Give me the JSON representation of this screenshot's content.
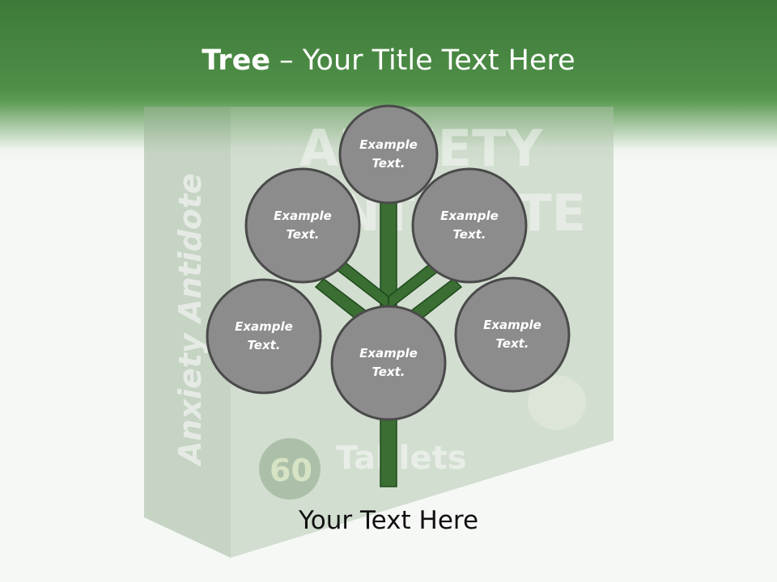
{
  "slide": {
    "title_bold": "Tree",
    "title_rest": " – Your Title Text Here",
    "footer_text": "Your Text Here"
  },
  "background_box": {
    "side_text": "Anxiety Antidote",
    "front_text_line1": "ANXIETY",
    "front_text_line2": "ANTIDOTE",
    "count_number": "60",
    "count_label": "Tablets"
  },
  "nodes": [
    {
      "label_line1": "Example",
      "label_line2": "Text."
    },
    {
      "label_line1": "Example",
      "label_line2": "Text."
    },
    {
      "label_line1": "Example",
      "label_line2": "Text."
    },
    {
      "label_line1": "Example",
      "label_line2": "Text."
    },
    {
      "label_line1": "Example",
      "label_line2": "Text."
    },
    {
      "label_line1": "Example",
      "label_line2": "Text."
    }
  ],
  "colors": {
    "header_green": "#3d7a39",
    "trunk_green": "#3b6e33",
    "node_fill": "#8c8c8c",
    "node_border": "#4a4a4a"
  }
}
